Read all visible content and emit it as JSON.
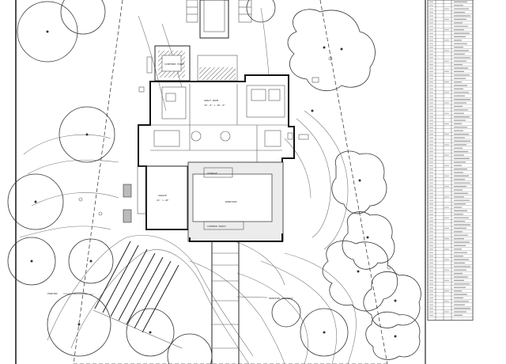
{
  "labels": {
    "great_room": "GREAT ROOM",
    "garage": "GARAGE",
    "workshop": "WORKSHOP",
    "covered_porch": "COVERED PORCH",
    "driveway_note": "PROPOSED DRIVEWAY",
    "parking_note": "PARKING",
    "screened_porch": "SCREENED PORCH"
  },
  "table": {
    "rows": 92
  }
}
